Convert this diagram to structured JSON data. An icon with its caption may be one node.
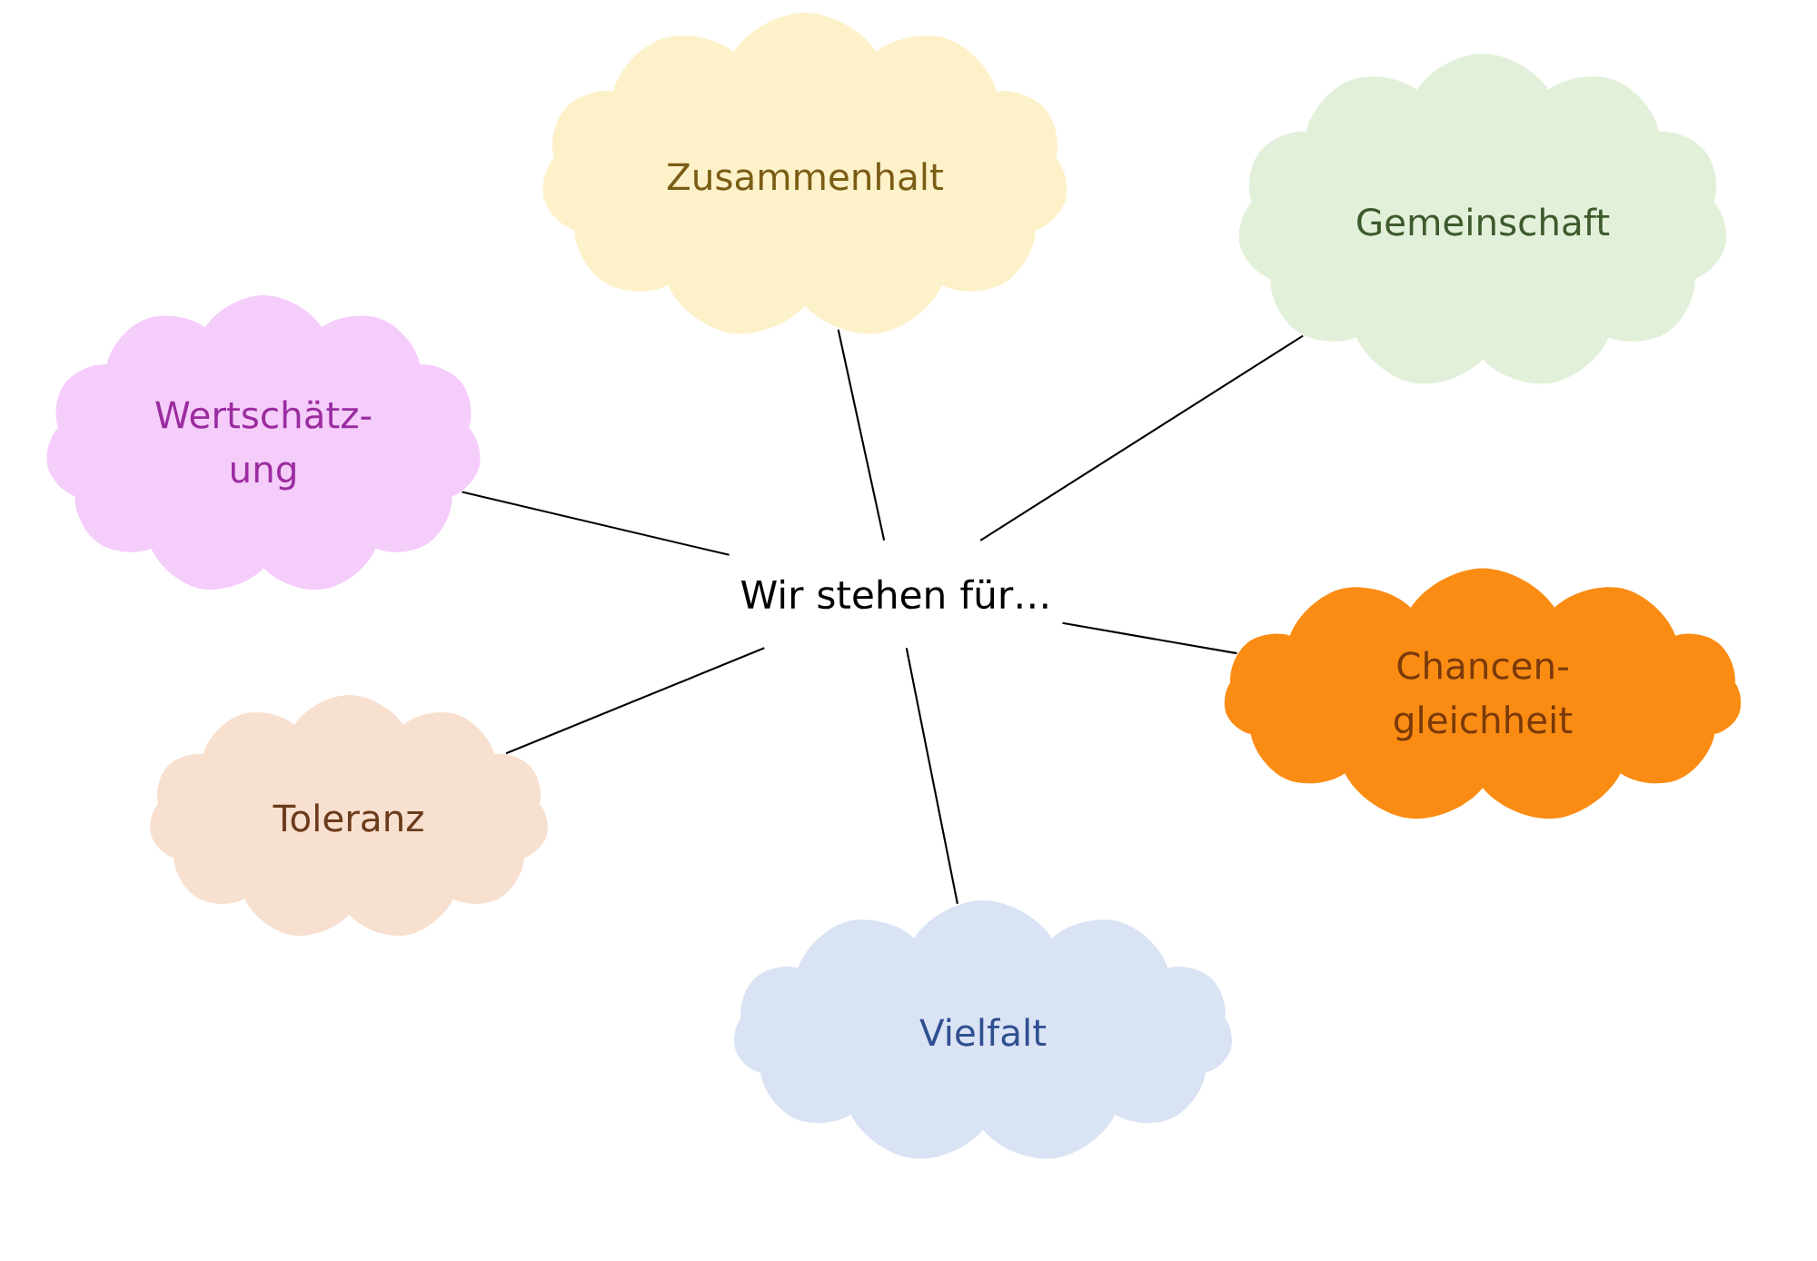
{
  "diagram": {
    "nodes": [
      {
        "text": [
          "Wir stehen für…"
        ]
      },
      {
        "text": [
          "Zusammenhalt"
        ]
      },
      {
        "text": [
          "Gemeinschaft"
        ]
      },
      {
        "text": [
          "Wertschätz- ung"
        ]
      },
      {
        "text": [
          "Chancen- gleichheit"
        ]
      },
      {
        "text": [
          "Toleranz"
        ]
      },
      {
        "text": [
          "Vielfalt"
        ]
      }
    ],
    "edges": [
      {
        "from": 0,
        "to": 1,
        "arrow": "none"
      },
      {
        "from": 0,
        "to": 2,
        "arrow": "none"
      },
      {
        "from": 0,
        "to": 3,
        "arrow": "none"
      },
      {
        "from": 0,
        "to": 4,
        "arrow": "none"
      },
      {
        "from": 0,
        "to": 5,
        "arrow": "none"
      },
      {
        "from": 0,
        "to": 6,
        "arrow": "none"
      }
    ]
  }
}
